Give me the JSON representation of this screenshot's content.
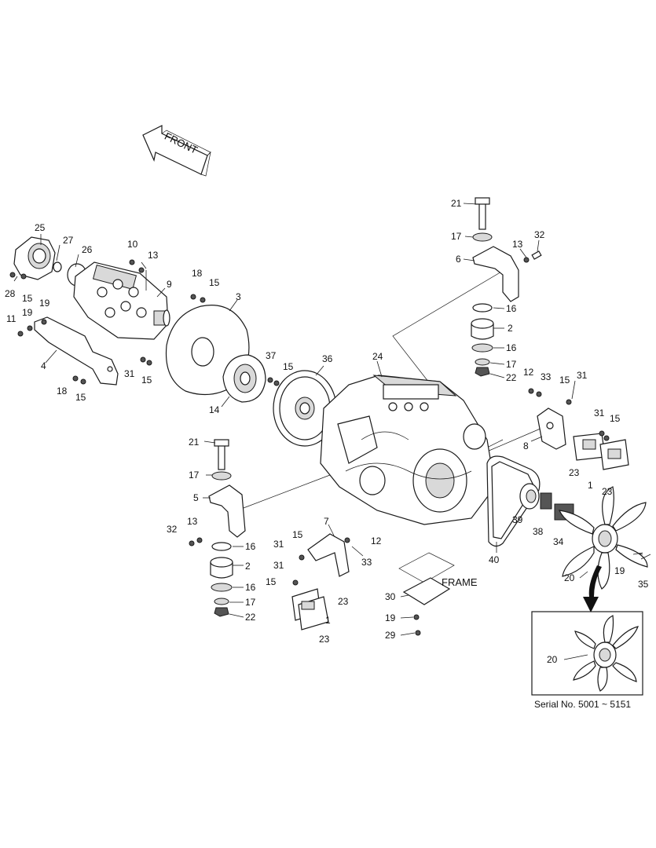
{
  "front_label": "FRONT",
  "frame_label": "FRAME",
  "inset_caption": "Serial No. 5001 ~ 5151",
  "callouts": {
    "c21a": "21",
    "c17a": "17",
    "c13a": "13",
    "c32a": "32",
    "c6": "6",
    "c16a": "16",
    "c2a": "2",
    "c16b": "16",
    "c17b": "17",
    "c22a": "22",
    "c25": "25",
    "c27": "27",
    "c26": "26",
    "c10": "10",
    "c13b": "13",
    "c9": "9",
    "c28": "28",
    "c15a": "15",
    "c19a": "19",
    "c11": "11",
    "c19b": "19",
    "c4": "4",
    "c18a": "18",
    "c15b": "15",
    "c18b": "18",
    "c15c": "15",
    "c3": "3",
    "c31a": "31",
    "c15d": "15",
    "c14": "14",
    "c37": "37",
    "c15e": "15",
    "c36": "36",
    "c24": "24",
    "c12a": "12",
    "c33a": "33",
    "c15f": "15",
    "c31b": "31",
    "c8": "8",
    "c31c": "31",
    "c15g": "15",
    "c23a": "23",
    "c1a": "1",
    "c23b": "23",
    "c21b": "21",
    "c17c": "17",
    "c5": "5",
    "c32b": "32",
    "c13c": "13",
    "c16c": "16",
    "c2b": "2",
    "c16d": "16",
    "c17d": "17",
    "c22b": "22",
    "c7": "7",
    "c31d": "31",
    "c15h": "15",
    "c12b": "12",
    "c33b": "33",
    "c31e": "31",
    "c15i": "15",
    "c23c": "23",
    "c1b": "1",
    "c23d": "23",
    "c30": "30",
    "c19c": "19",
    "c29": "29",
    "c40": "40",
    "c39": "39",
    "c38": "38",
    "c34": "34",
    "c20a": "20",
    "c19d": "19",
    "c35": "35",
    "c20b": "20"
  }
}
